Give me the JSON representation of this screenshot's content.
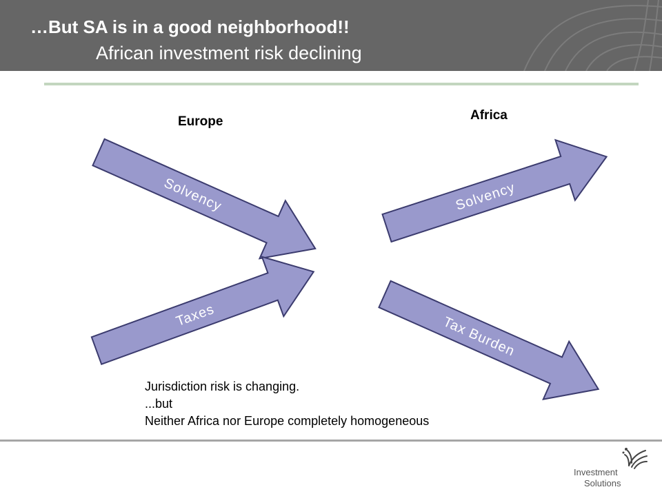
{
  "header": {
    "title": "…But SA is in a good neighborhood!!",
    "subtitle": "African investment risk declining"
  },
  "columns": {
    "left": "Europe",
    "right": "Africa"
  },
  "arrows": {
    "europe_solvency": "Solvency",
    "europe_taxes": "Taxes",
    "africa_solvency": "Solvency",
    "africa_tax_burden": "Tax Burden"
  },
  "notes": {
    "line1": "Jurisdiction risk is changing.",
    "line2": "...but",
    "line3": "Neither Africa nor Europe completely homogeneous"
  },
  "logo": {
    "line1": "Investment",
    "line2": "Solutions"
  },
  "colors": {
    "header_bg": "#666666",
    "arrow_fill": "#9999cc",
    "arrow_stroke": "#3b3b6e",
    "accent_line": "#c3d6bf"
  }
}
